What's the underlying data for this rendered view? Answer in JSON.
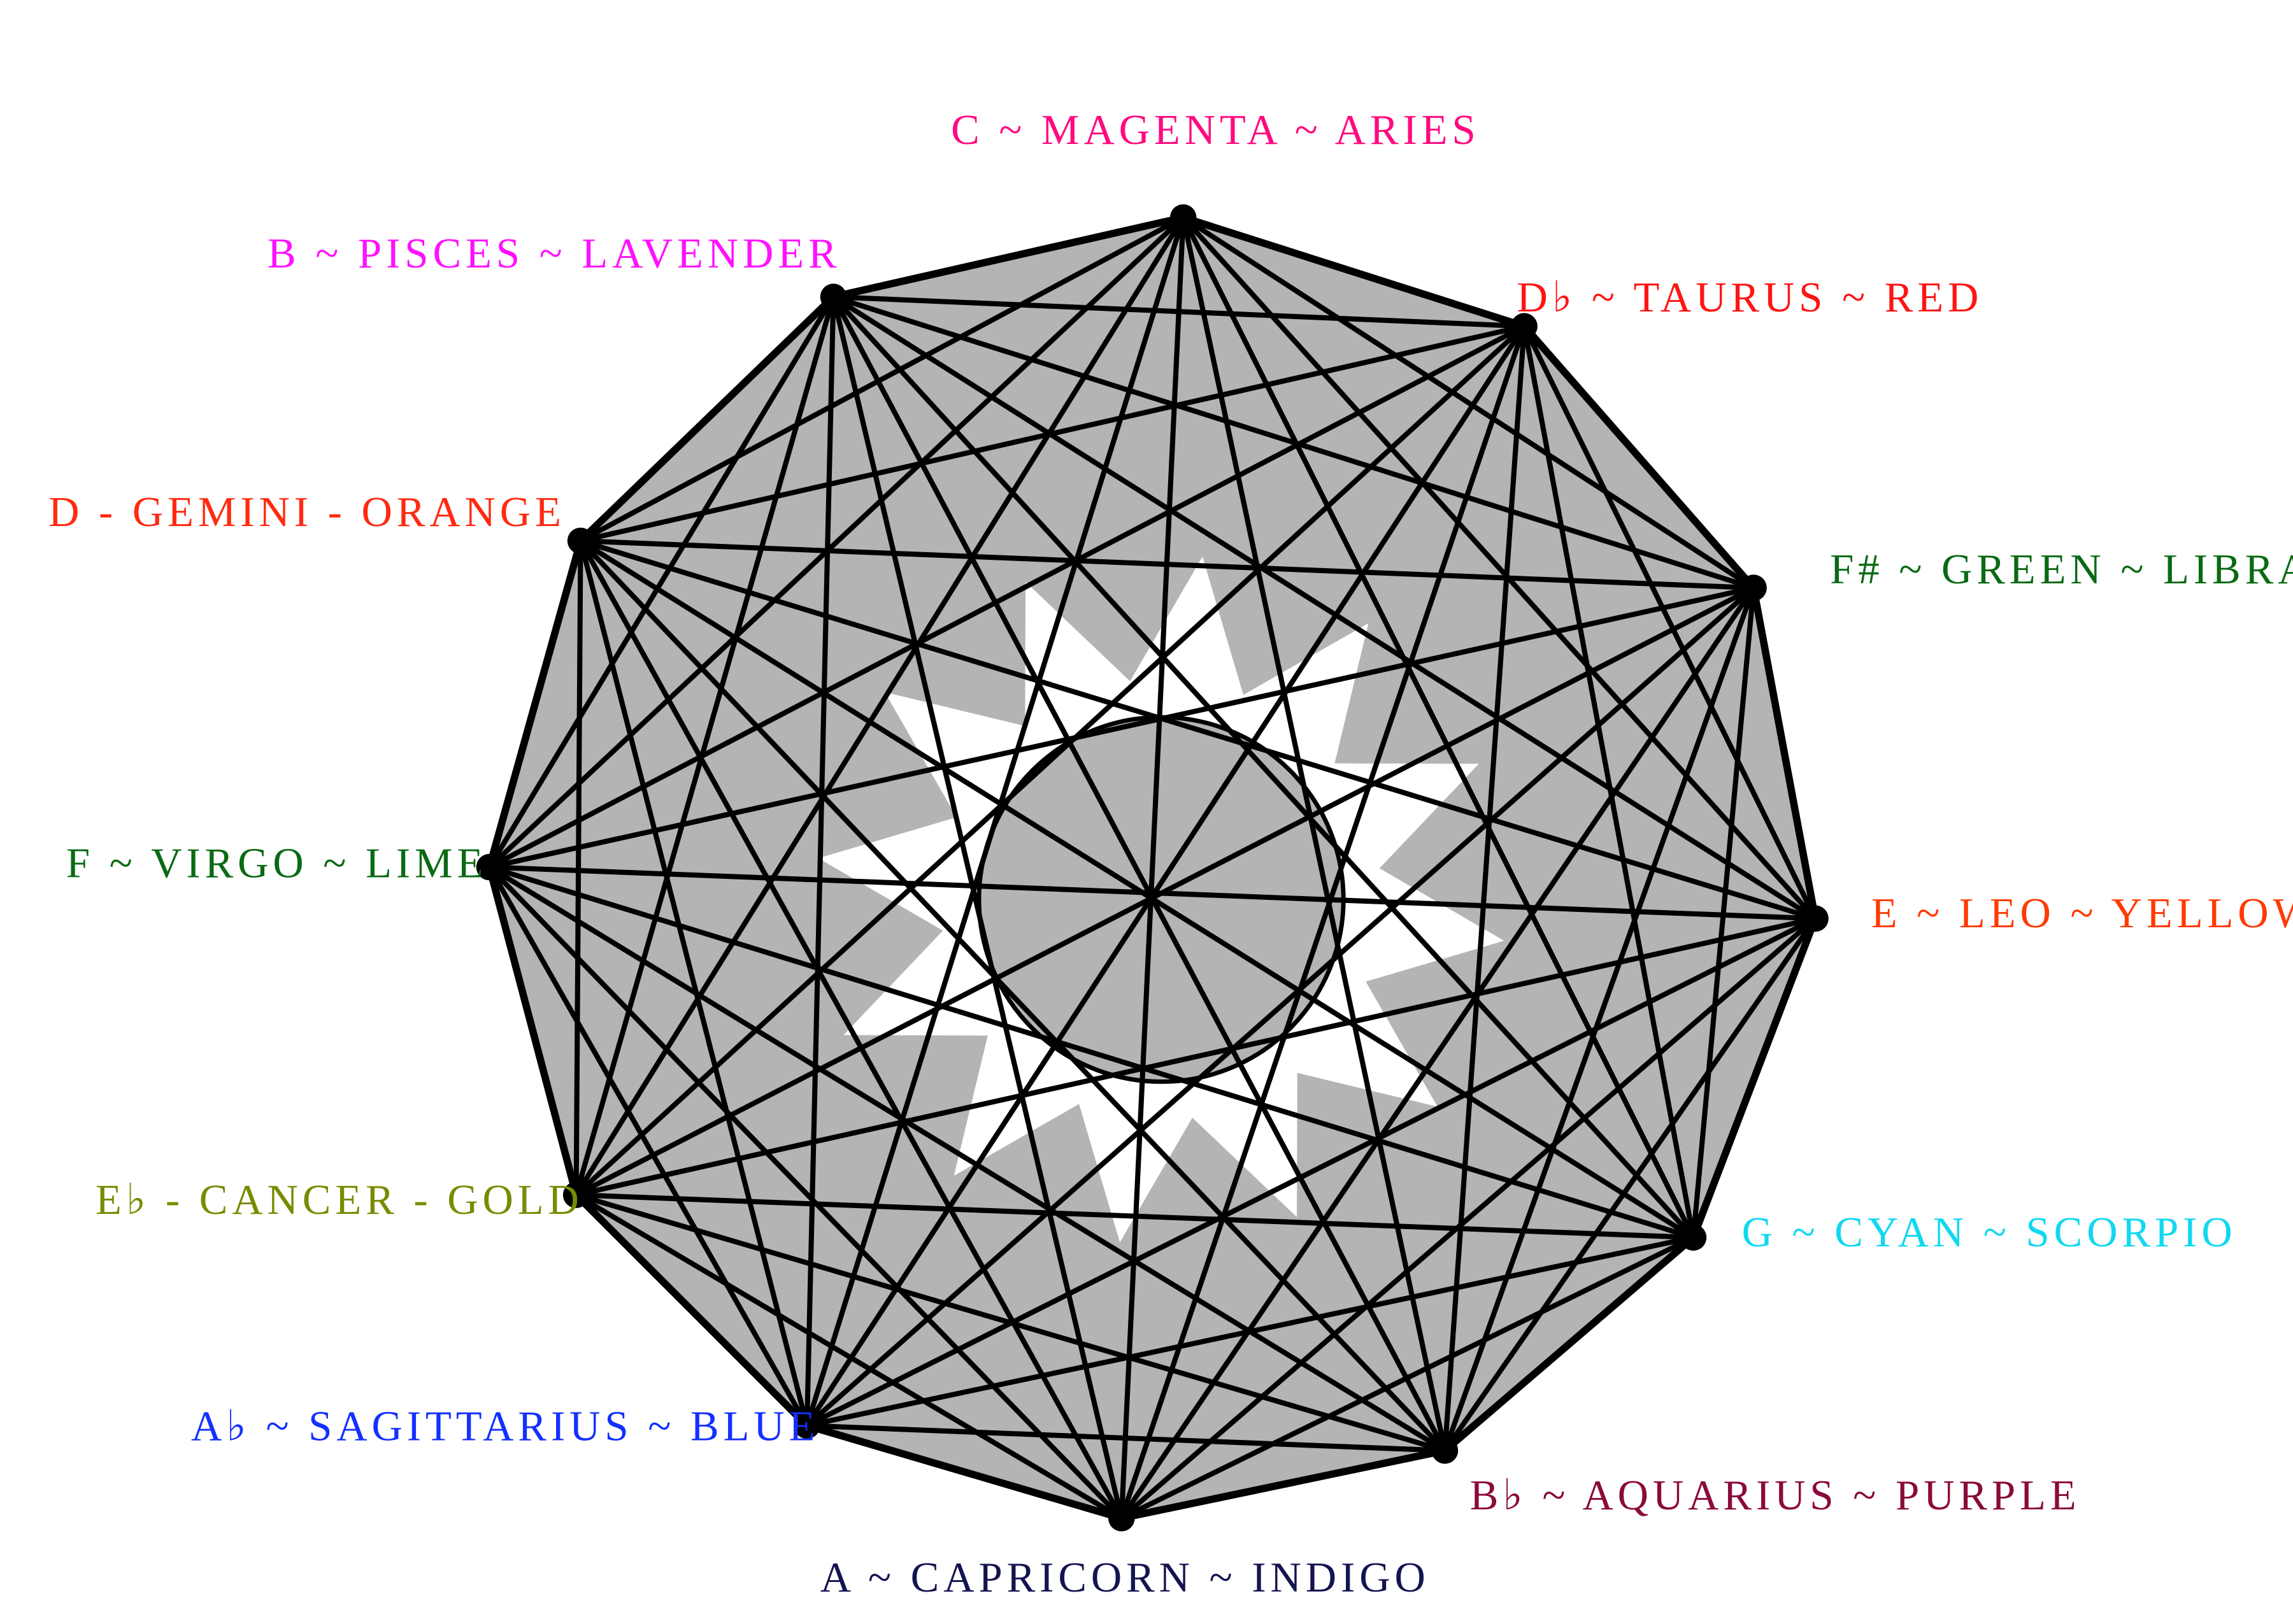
{
  "notes": [
    {
      "id": "C",
      "label": "C ~ MAGENTA ~ ARIES",
      "color": "#ff0a80"
    },
    {
      "id": "Db",
      "label": "D♭ ~ TAURUS ~ RED",
      "color": "#ff1414"
    },
    {
      "id": "Fs",
      "label": "F# ~ GREEN ~ LIBRA",
      "color": "#0a6a14"
    },
    {
      "id": "E",
      "label": "E ~ LEO ~ YELLOW",
      "color": "#ff3a00"
    },
    {
      "id": "G",
      "label": "G ~ CYAN ~ SCORPIO",
      "color": "#10d8f0"
    },
    {
      "id": "Bb",
      "label": "B♭ ~ AQUARIUS ~ PURPLE",
      "color": "#8a0a3c"
    },
    {
      "id": "A",
      "label": "A ~ CAPRICORN ~ INDIGO",
      "color": "#141450"
    },
    {
      "id": "Ab",
      "label": "A♭ ~ SAGITTARIUS ~ BLUE",
      "color": "#1430ff"
    },
    {
      "id": "Eb",
      "label": "E♭ - CANCER - GOLD",
      "color": "#7a8a00"
    },
    {
      "id": "F",
      "label": "F ~ VIRGO ~ LIME",
      "color": "#0a6a14"
    },
    {
      "id": "D",
      "label": "D - GEMINI - ORANGE",
      "color": "#ff2a10"
    },
    {
      "id": "B",
      "label": "B ~ PISCES ~ LAVENDER",
      "color": "#ff10ff"
    }
  ],
  "colors": {
    "fill": "#b4b4b4",
    "line": "#000000",
    "hole": "#ffffff"
  }
}
